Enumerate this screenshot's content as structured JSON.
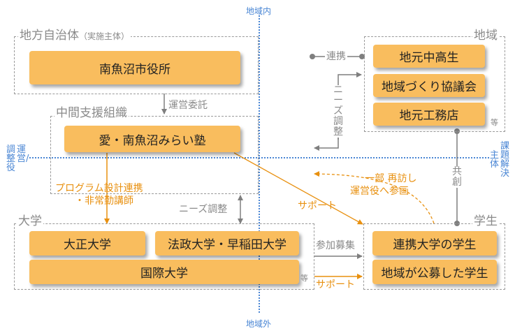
{
  "axes": {
    "top_label": "地域内",
    "bottom_label": "地域外",
    "left_label_col1": "運営/",
    "left_label_col2": "調整役",
    "right_label_col1": "課題解決",
    "right_label_col2": "主体"
  },
  "groups": {
    "local_gov": {
      "label": "地方自治体",
      "sublabel": "（実施主体）",
      "box": "南魚沼市役所"
    },
    "intermediary": {
      "label": "中間支援組織",
      "box": "愛・南魚沼みらい塾"
    },
    "region": {
      "label": "地域",
      "boxes": [
        "地元中高生",
        "地域づくり協議会",
        "地元工務店"
      ],
      "etc": "等"
    },
    "university": {
      "label": "大学",
      "boxes": [
        "大正大学",
        "法政大学・早稲田大学",
        "国際大学"
      ],
      "etc": "等"
    },
    "students": {
      "label": "学生",
      "boxes": [
        "連携大学の学生",
        "地域が公募した学生"
      ]
    }
  },
  "connectors": {
    "renkei": "連携",
    "unei_itaku": "運営委託",
    "needs_chousei_vertical": "ニーズ調整",
    "needs_chousei": "ニーズ調整",
    "kyousou": "共創",
    "program_line1": "プログラム設計連携",
    "program_line2": "・非常勤講師",
    "support_diag": "サポート",
    "revisit_line1": "一部 再訪し",
    "revisit_line2": "運営役へ参画",
    "sanka_boshu": "参加募集",
    "support_bottom": "サポート"
  },
  "colors": {
    "box_fill": "#f9bd5e",
    "orange": "#e8900f",
    "gray": "#8a8a8a",
    "blue": "#4a86d4"
  }
}
